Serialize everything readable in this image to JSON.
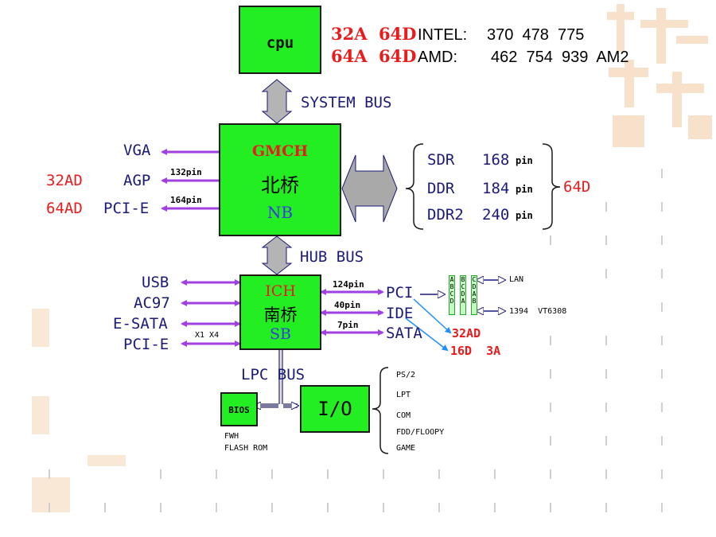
{
  "cpu": {
    "label": "cpu"
  },
  "cpu_support": {
    "row1": {
      "addr": "32A",
      "data": "64D",
      "vendor": "INTEL:",
      "sockets": "370  478  775"
    },
    "row2": {
      "addr": "64A",
      "data": "64D",
      "vendor": "AMD:",
      "sockets": "462  754  939  AM2"
    }
  },
  "system_bus": "SYSTEM BUS",
  "hub_bus": "HUB BUS",
  "lpc_bus": "LPC BUS",
  "nb": {
    "name": "GMCH",
    "chinese": "北桥",
    "abbr": "NB"
  },
  "sb": {
    "name": "ICH",
    "chinese": "南桥",
    "abbr": "SB"
  },
  "nb_outputs": {
    "vga": "VGA",
    "agp": {
      "label": "AGP",
      "pins": "132pin",
      "width": "32AD"
    },
    "pcie": {
      "label": "PCI-E",
      "pins": "164pin",
      "width": "64AD"
    }
  },
  "memory": {
    "rows": [
      {
        "type": "SDR",
        "pins": "168",
        "unit": "pin"
      },
      {
        "type": "DDR",
        "pins": "184",
        "unit": "pin"
      },
      {
        "type": "DDR2",
        "pins": "240",
        "unit": "pin"
      }
    ],
    "width": "64D"
  },
  "sb_left": {
    "usb": "USB",
    "ac97": "AC97",
    "esata": "E-SATA",
    "pcie": "PCI-E",
    "lanes": "X1 X4"
  },
  "sb_right": {
    "pci": {
      "label": "PCI",
      "pins": "124pin"
    },
    "ide": {
      "label": "IDE",
      "pins": "40pin"
    },
    "sata": {
      "label": "SATA",
      "pins": "7pin"
    }
  },
  "pci_slots": {
    "columns": [
      "ABCD",
      "BCDA",
      "CDAB"
    ],
    "lan": "LAN",
    "firewire": "1394  VT6308"
  },
  "pci_width": "32AD",
  "ide_width": "16D  3A",
  "bios": {
    "label": "BIOS",
    "line1": "FWH",
    "line2": "FLASH ROM"
  },
  "io": {
    "label": "I/O",
    "items": [
      "PS/2",
      "LPT",
      "COM",
      "FDD/FLOOPY",
      "GAME"
    ]
  },
  "colors": {
    "chip_green": "#22ee22",
    "arrow_purple": "#a040e0",
    "bus_gray": "#b4b4b4",
    "text_navy": "#1a1a7a",
    "accent_red": "#e81c1c",
    "cyan_arrow": "#1e90ff"
  }
}
